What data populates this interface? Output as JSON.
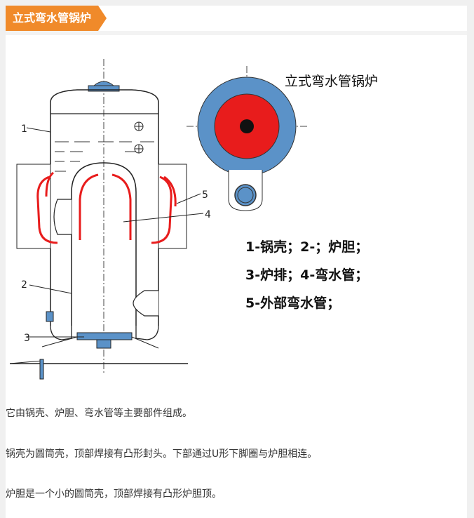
{
  "header": {
    "title": "立式弯水管锅炉"
  },
  "figure": {
    "caption_title": "立式弯水管锅炉",
    "numbers": [
      "1",
      "2",
      "3",
      "4",
      "5"
    ],
    "legend": [
      "1-锅壳；2-；炉胆；",
      "3-炉排；4-弯水管；",
      "5-外部弯水管；"
    ],
    "colors": {
      "red": "#e81c1c",
      "blue": "#5b92c8",
      "dark": "#111111"
    }
  },
  "paragraphs": [
    "它由锅壳、炉胆、弯水管等主要部件组成。",
    "锅壳为圆筒壳，顶部焊接有凸形封头。下部通过U形下脚圈与炉胆相连。",
    "炉胆是一个小的圆筒壳，顶部焊接有凸形炉胆顶。"
  ]
}
